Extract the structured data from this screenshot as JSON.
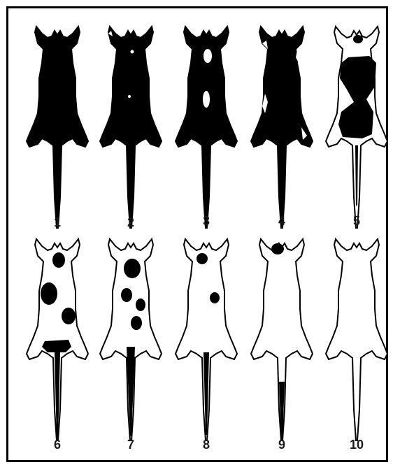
{
  "figure": {
    "specimens": [
      {
        "label": "1",
        "pattern": "fully pigmented body and tail"
      },
      {
        "label": "2",
        "pattern": "pigmented with tiny white spots"
      },
      {
        "label": "3",
        "pattern": "pigmented with small white belt spots"
      },
      {
        "label": "4",
        "pattern": "pigmented with white flank edges"
      },
      {
        "label": "5",
        "pattern": "white with large pigmented trunk patch"
      },
      {
        "label": "6",
        "pattern": "white with scattered pigmented patches"
      },
      {
        "label": "7",
        "pattern": "white with several pigmented patches"
      },
      {
        "label": "8",
        "pattern": "white with two small patches"
      },
      {
        "label": "9",
        "pattern": "white with head spot and tail tip"
      },
      {
        "label": "10",
        "pattern": "completely white"
      }
    ]
  },
  "colors": {
    "pigment": "#000000",
    "white": "#ffffff",
    "outline": "#000000"
  }
}
